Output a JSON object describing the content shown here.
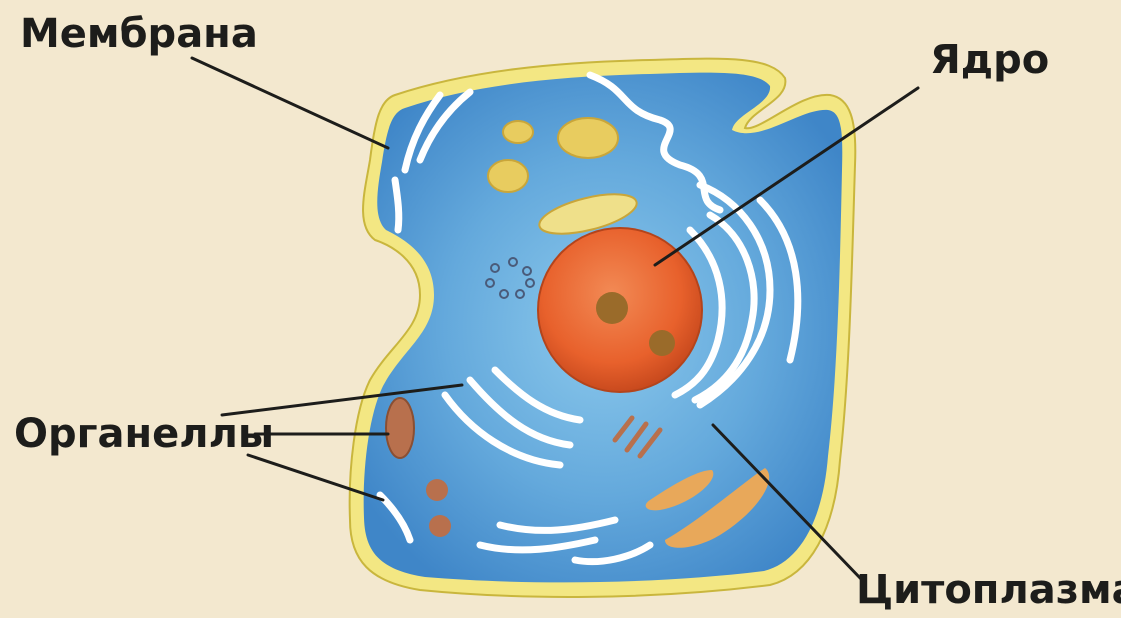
{
  "diagram": {
    "labels": {
      "membrane": "Мембрана",
      "nucleus": "Ядро",
      "organelles": "Органеллы",
      "cytoplasm": "Цитоплазма"
    },
    "colors": {
      "background": "#f3e8cf",
      "membrane": "#f3e783",
      "cytoplasm_outer": "#3f86c8",
      "cytoplasm_inner": "#8cc9ec",
      "nucleus": "#e8612c",
      "nucleolus": "#9a6b2a",
      "organelle_yellow": "#e8cc5f",
      "organelle_brown": "#b8704d",
      "reticulum": "#ffffff",
      "leader_line": "#1d1d1b"
    }
  }
}
